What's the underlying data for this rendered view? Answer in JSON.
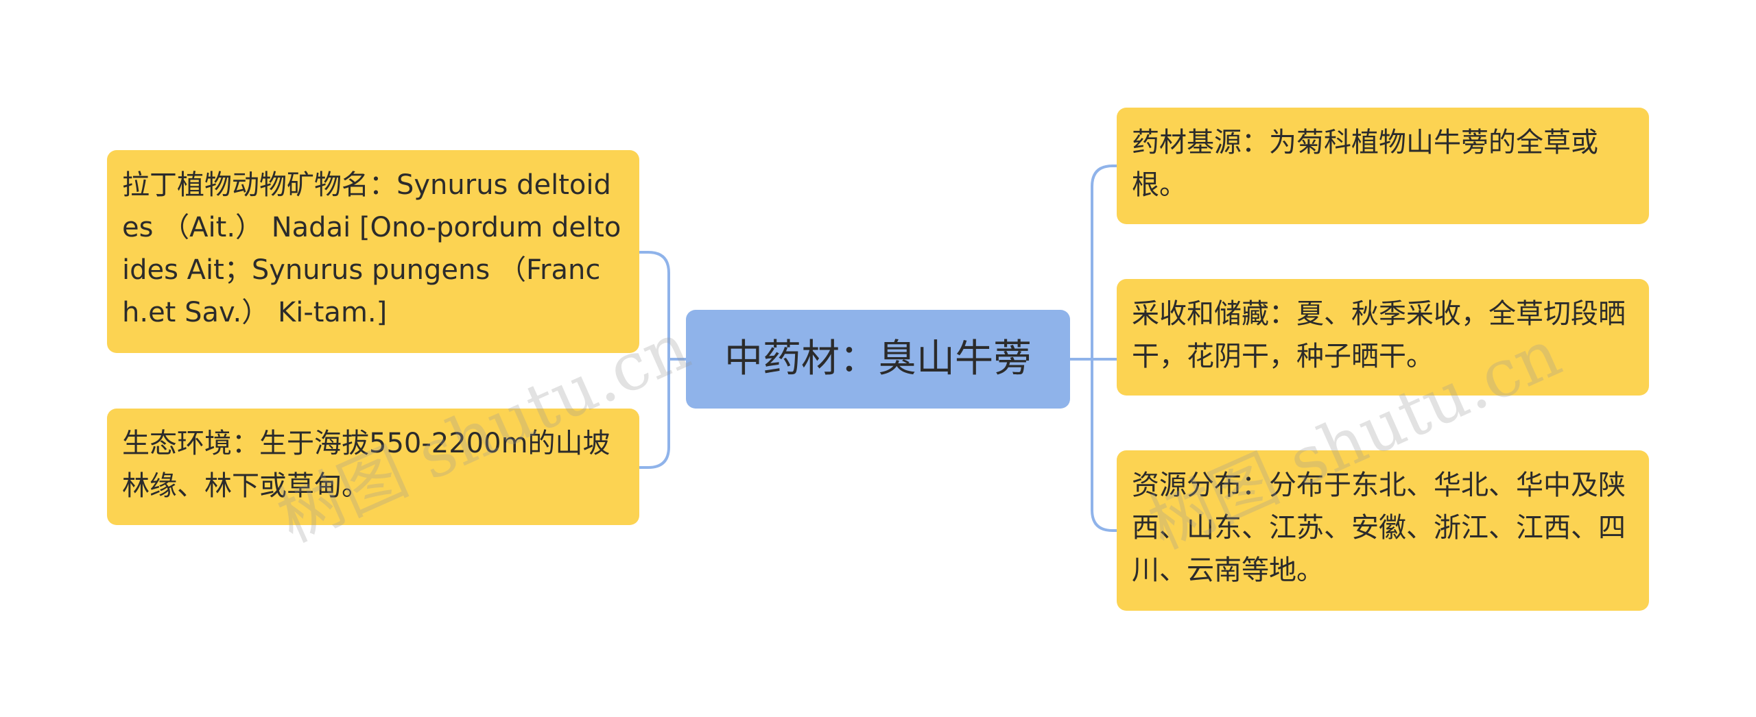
{
  "center": {
    "title": "中药材：臭山牛蒡"
  },
  "left": [
    {
      "text": "拉丁植物动物矿物名：Synurus deltoides （Ait.） Nadai [Ono-pordum deltoides Ait；Synurus pungens （Franch.et Sav.） Ki-tam.]"
    },
    {
      "text": "生态环境：生于海拔550-2200m的山坡林缘、林下或草甸。"
    }
  ],
  "right": [
    {
      "text": "药材基源：为菊科植物山牛蒡的全草或根。"
    },
    {
      "text": "采收和储藏：夏、秋季采收，全草切段晒干，花阴干，种子晒干。"
    },
    {
      "text": "资源分布：分布于东北、华北、华中及陕西、山东、江苏、安徽、浙江、江西、四川、云南等地。"
    }
  ],
  "watermark": {
    "text": "树图 shutu.cn"
  },
  "colors": {
    "center_fill": "#8fb3ea",
    "leaf_fill": "#fcd352",
    "connector": "#8fb3ea"
  }
}
